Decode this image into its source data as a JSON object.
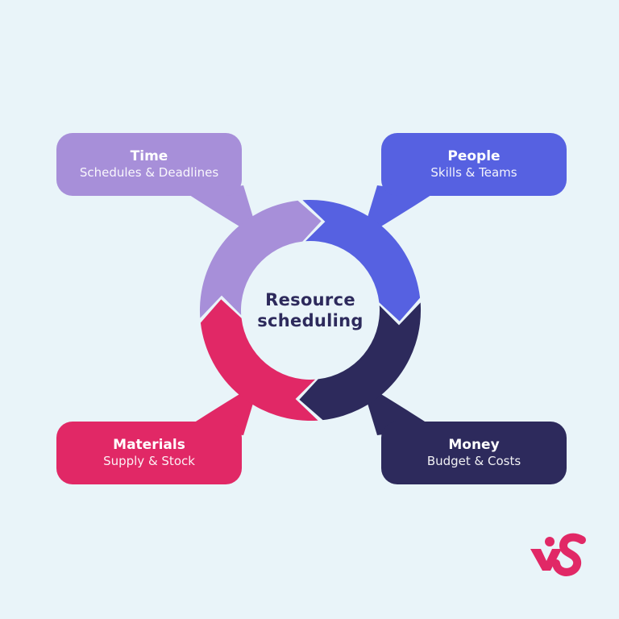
{
  "diagram": {
    "title_center": {
      "line1": "Resource",
      "line2": "scheduling"
    },
    "nodes": [
      {
        "id": "time",
        "title": "Time",
        "subtitle": "Schedules & Deadlines",
        "color": "#a78fd9",
        "position": "top-left"
      },
      {
        "id": "people",
        "title": "People",
        "subtitle": "Skills & Teams",
        "color": "#5661e1",
        "position": "top-right"
      },
      {
        "id": "materials",
        "title": "Materials",
        "subtitle": "Supply & Stock",
        "color": "#e12866",
        "position": "bottom-left"
      },
      {
        "id": "money",
        "title": "Money",
        "subtitle": "Budget & Costs",
        "color": "#2d2a5c",
        "position": "bottom-right"
      }
    ],
    "cycle": {
      "direction": "clockwise",
      "order": [
        "time",
        "people",
        "money",
        "materials"
      ]
    },
    "colors": {
      "background": "#e9f4f9",
      "purple": "#a78fd9",
      "blue": "#5661e1",
      "pink": "#e12866",
      "navy": "#2d2a5c",
      "text_light": "#ffffff"
    },
    "logo": {
      "name": "visme-logo",
      "color": "#e12866"
    }
  }
}
